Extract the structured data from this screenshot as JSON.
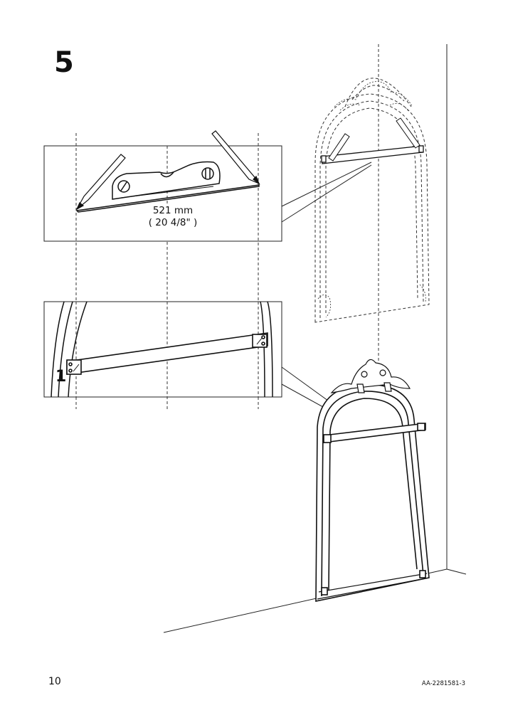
{
  "step": {
    "number": "5"
  },
  "measurement": {
    "metric": "521 mm",
    "imperial": "( 20 4/8\" )"
  },
  "footer": {
    "page_number": "10",
    "doc_code": "AA-2281581-3"
  },
  "icons": [
    "pencil-icon",
    "spirit-level-icon",
    "mirror-icon",
    "bracket-icon"
  ]
}
